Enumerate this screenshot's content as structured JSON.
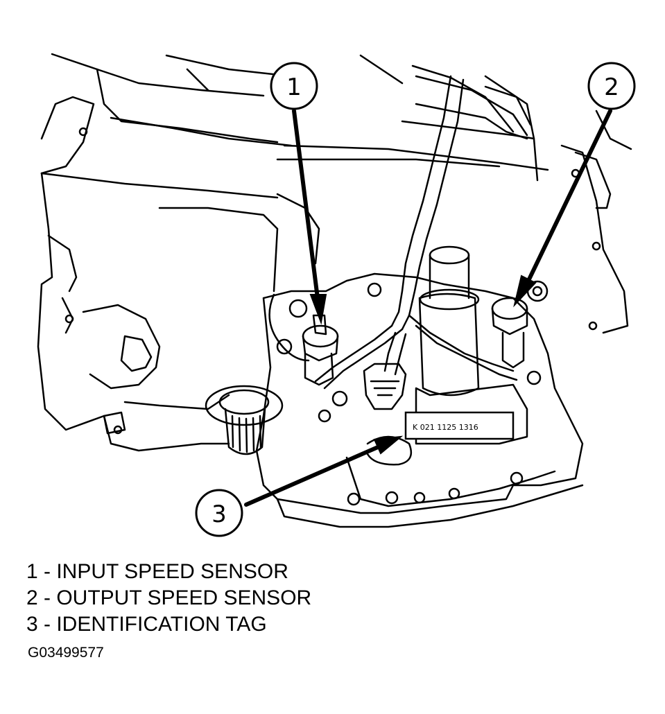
{
  "callouts": [
    {
      "number": "1",
      "label": "INPUT SPEED SENSOR"
    },
    {
      "number": "2",
      "label": "OUTPUT SPEED SENSOR"
    },
    {
      "number": "3",
      "label": "IDENTIFICATION TAG"
    }
  ],
  "legend": [
    "1 - INPUT SPEED SENSOR",
    "2 - OUTPUT SPEED SENSOR",
    "3 - IDENTIFICATION TAG"
  ],
  "tag_text": "K 021 1125 1316",
  "figure_id": "G03499577",
  "colors": {
    "ink": "#000000",
    "paper": "#ffffff"
  }
}
